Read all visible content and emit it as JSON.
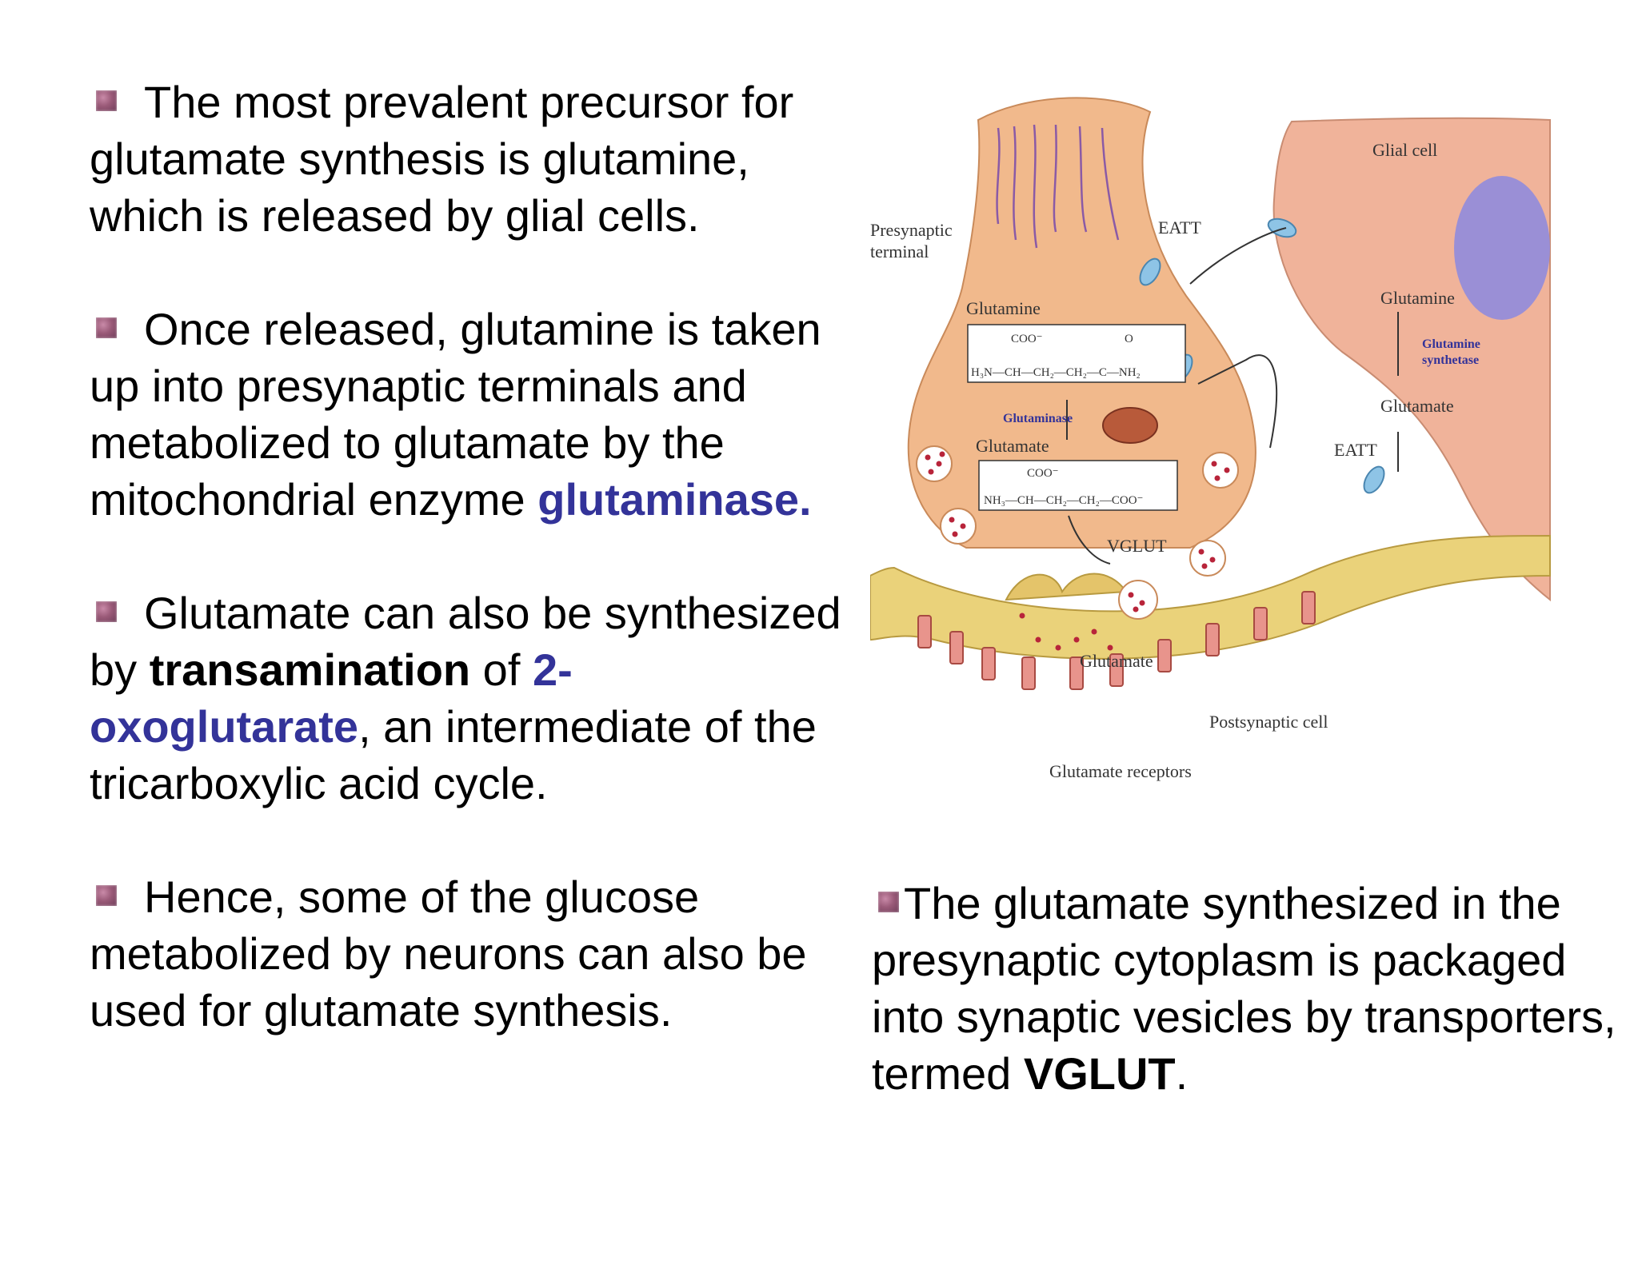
{
  "left_paragraphs": [
    {
      "text": "The most prevalent precursor for glutamate synthesis is glutamine, which is released by glial cells."
    },
    {
      "text": "Once released, glutamine is taken up into presynaptic terminals and metabolized to glutamate by the mitochondrial enzyme ",
      "highlight": "glutaminase."
    },
    {
      "pre": "Glutamate can also be synthesized by ",
      "bold": "transamination",
      "mid": " of ",
      "highlight": "2-oxoglutarate",
      "post": ", an intermediate of the tricarboxylic acid cycle."
    },
    {
      "text": "Hence, some of the glucose metabolized by neurons can also be used for glutamate synthesis."
    }
  ],
  "right_paragraph": {
    "text": "The glutamate synthesized in the presynaptic cytoplasm is packaged into synaptic vesicles by transporters, termed ",
    "bold": "VGLUT",
    "post": "."
  },
  "diagram": {
    "labels": {
      "presynaptic_1": "Presynaptic",
      "presynaptic_2": "terminal",
      "glial_cell": "Glial cell",
      "eatt_top": "EATT",
      "eatt_right": "EATT",
      "glutamine_pre": "Glutamine",
      "glutamine_glial": "Glutamine",
      "glutamine_synthetase_1": "Glutamine",
      "glutamine_synthetase_2": "synthetase",
      "glutamate_glial": "Glutamate",
      "glutaminase": "Glutaminase",
      "glutamate_pre": "Glutamate",
      "vglut": "VGLUT",
      "glutamate_cleft": "Glutamate",
      "postsynaptic_cell": "Postsynaptic cell",
      "glutamate_receptors": "Glutamate receptors"
    },
    "formulas": {
      "glutamine_top": "COO⁻",
      "glutamine_o": "O",
      "glutamine_main": "H₃N—CH—CH₂—CH₂—C—NH₂",
      "glutamate_top": "COO⁻",
      "glutamate_main": "NH₃—CH—CH₂—CH₂—COO⁻"
    },
    "colors": {
      "presynaptic": "#f1b98c",
      "glial": "#f0b39a",
      "nucleus": "#9a8fd6",
      "cleft": "#ead27a",
      "receptor": "#e8948c",
      "transporter": "#8ec4e6",
      "accent_blue": "#333399"
    }
  }
}
